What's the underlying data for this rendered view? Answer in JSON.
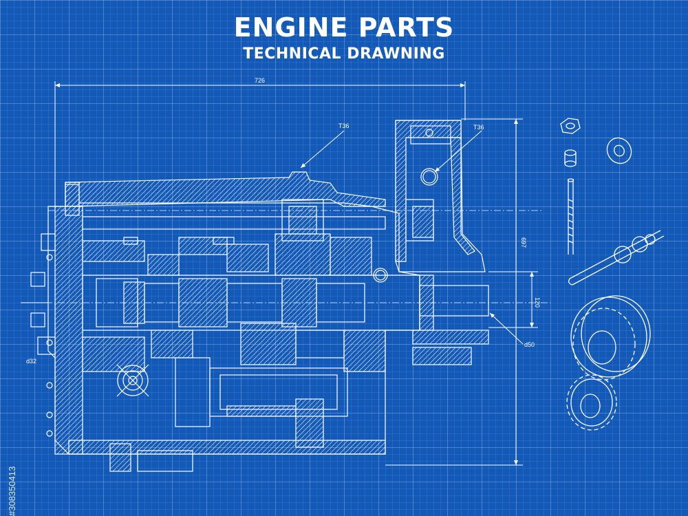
{
  "header": {
    "title": "ENGINE PARTS",
    "subtitle": "TECHNICAL DRAWNING"
  },
  "dimensions": {
    "overall_width": "726",
    "overall_height": "697",
    "shaft_height": "120",
    "callout_top_left": "T36",
    "callout_top_right": "T36",
    "shaft_diameter": "d50",
    "left_diameter": "d32"
  },
  "watermark": {
    "image_id": "#308350413"
  },
  "colors": {
    "background": "#1259b8",
    "line": "#ffffff"
  }
}
